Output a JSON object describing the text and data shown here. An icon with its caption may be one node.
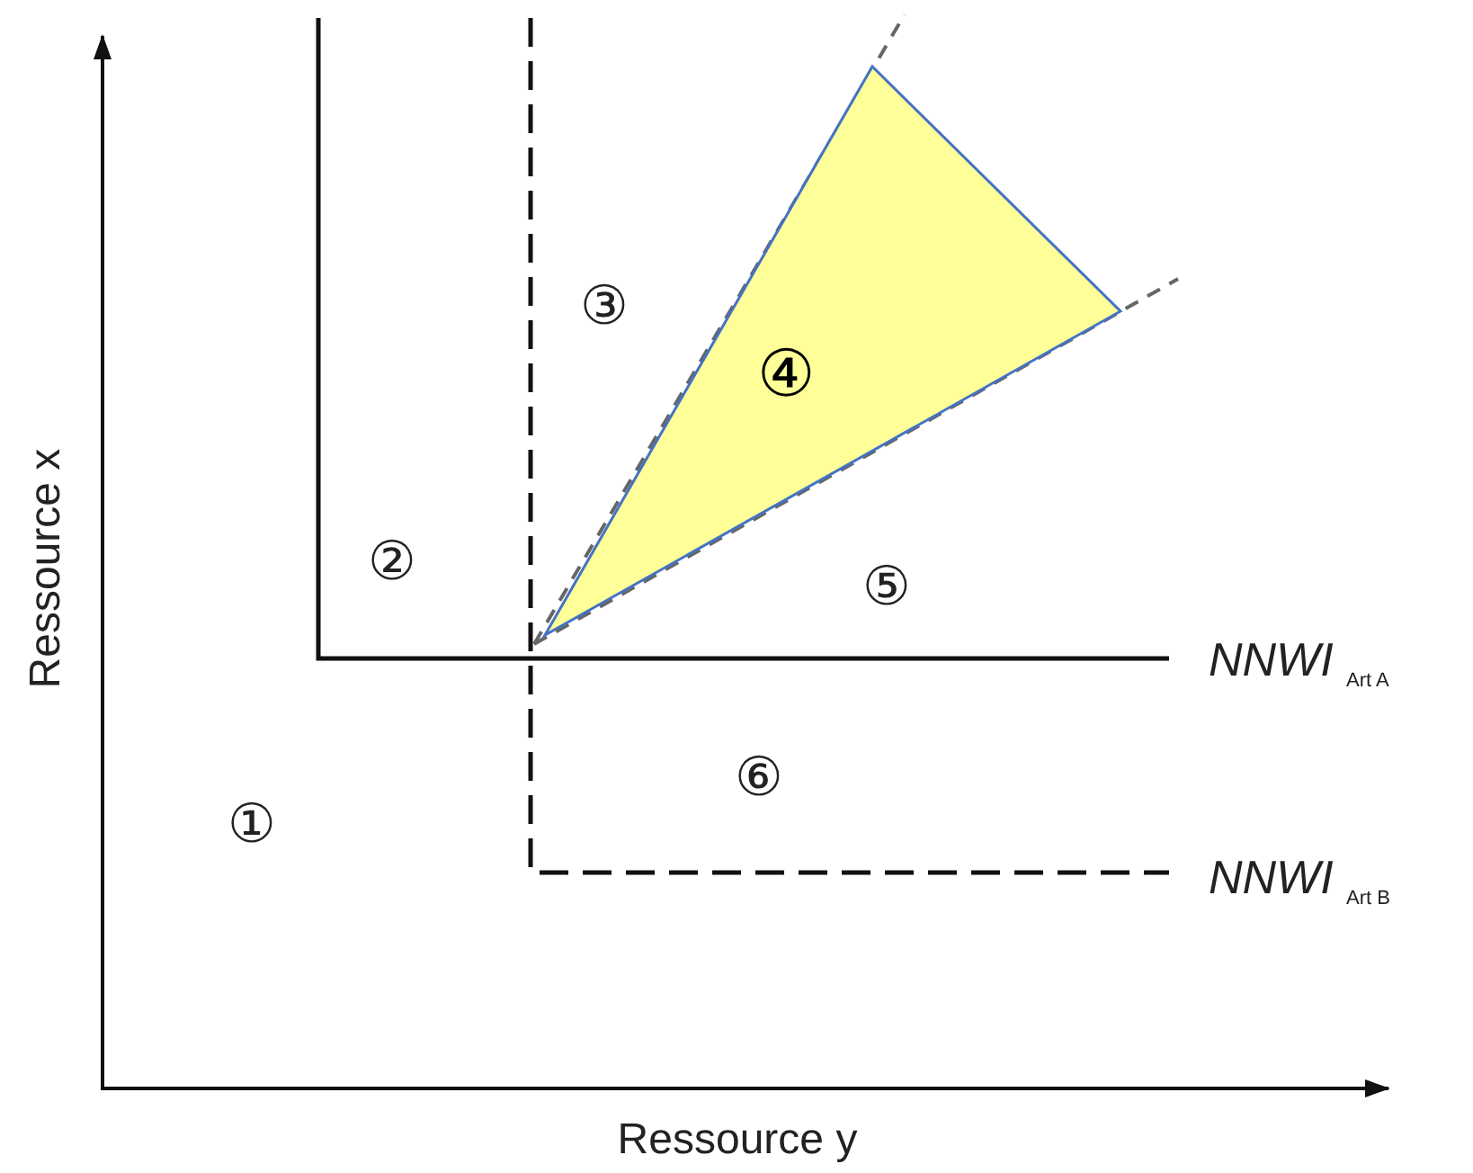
{
  "diagram": {
    "nodes": [
      {
        "text": [
          "④"
        ]
      }
    ],
    "labels": [
      "③",
      "②",
      "⑤",
      "NNWI $_{Art A}$",
      "①",
      "⑥",
      "NNWI $_{Art B}$",
      "Ressource x",
      "Ressource y"
    ]
  }
}
